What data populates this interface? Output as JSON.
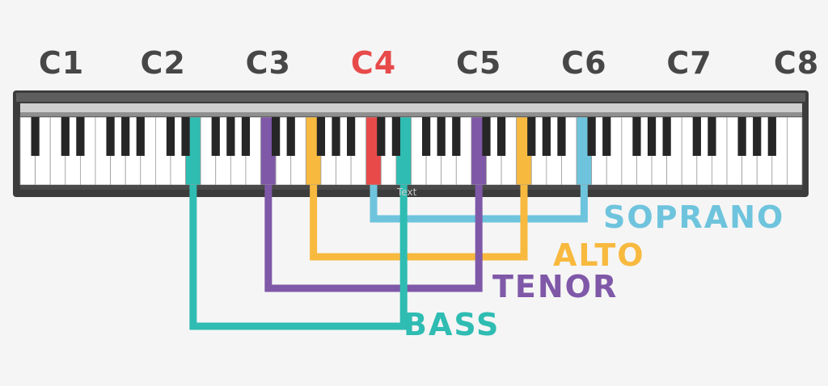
{
  "colors": {
    "bass": "#2fbcb2",
    "tenor": "#7f58a8",
    "alto": "#f8b93f",
    "soprano": "#6ec4dd",
    "middle_c": "#e84a4a",
    "label": "#474747",
    "frame": "#3c3c3c"
  },
  "octave_labels": [
    {
      "text": "C1",
      "highlight": false
    },
    {
      "text": "C2",
      "highlight": false
    },
    {
      "text": "C3",
      "highlight": false
    },
    {
      "text": "C4",
      "highlight": true
    },
    {
      "text": "C5",
      "highlight": false
    },
    {
      "text": "C6",
      "highlight": false
    },
    {
      "text": "C7",
      "highlight": false
    },
    {
      "text": "C8",
      "highlight": false
    }
  ],
  "voices": [
    {
      "key": "soprano",
      "name": "SOPRANO",
      "low_note": "C4",
      "high_note": "C6"
    },
    {
      "key": "alto",
      "name": "ALTO",
      "low_note": "F3",
      "high_note": "F5"
    },
    {
      "key": "tenor",
      "name": "TENOR",
      "low_note": "C3",
      "high_note": "C5"
    },
    {
      "key": "bass",
      "name": "BASS",
      "low_note": "E2",
      "high_note": "E4"
    }
  ],
  "middle_c": "C4",
  "watermark": "Text"
}
